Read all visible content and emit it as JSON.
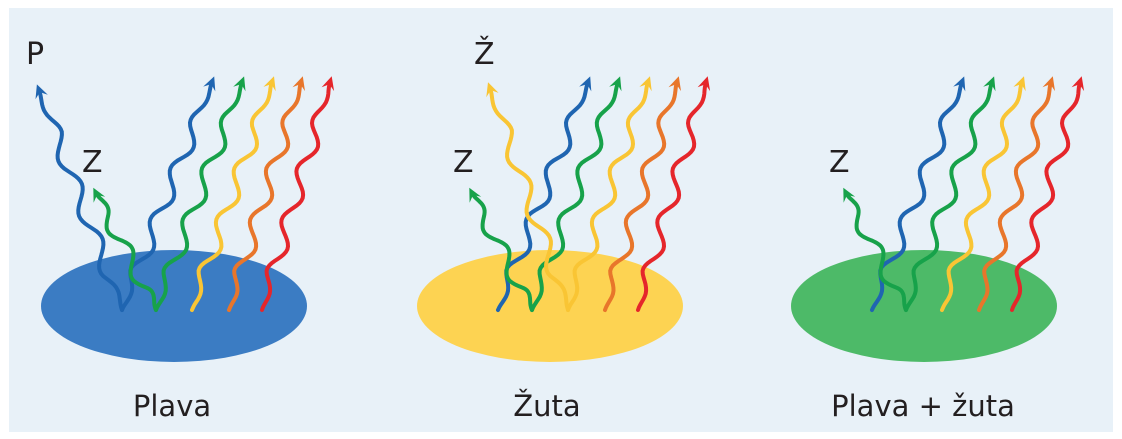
{
  "colors": {
    "background": "#e8f1f8",
    "blue": "#1f65b1",
    "green": "#17a24a",
    "yellow": "#f9c534",
    "orange": "#e8762b",
    "red": "#e5262b",
    "surface_blue": "#3b7cc3",
    "surface_yellow": "#fdd352",
    "surface_green": "#4dba68"
  },
  "panels": [
    {
      "caption": "Plava",
      "surface": "surface_blue",
      "reflected": [
        {
          "label": "P",
          "color": "blue"
        },
        {
          "label": "Z",
          "color": "green"
        }
      ],
      "absorbed": [
        "yellow",
        "orange",
        "red"
      ]
    },
    {
      "caption": "Žuta",
      "surface": "surface_yellow",
      "reflected": [
        {
          "label": "Ž",
          "color": "yellow"
        },
        {
          "label": "Z",
          "color": "green"
        }
      ],
      "absorbed": [
        "blue",
        "orange",
        "red"
      ]
    },
    {
      "caption": "Plava + žuta",
      "surface": "surface_green",
      "reflected": [
        {
          "label": "Z",
          "color": "green"
        }
      ],
      "absorbed": [
        "blue",
        "yellow",
        "orange",
        "red"
      ]
    }
  ]
}
